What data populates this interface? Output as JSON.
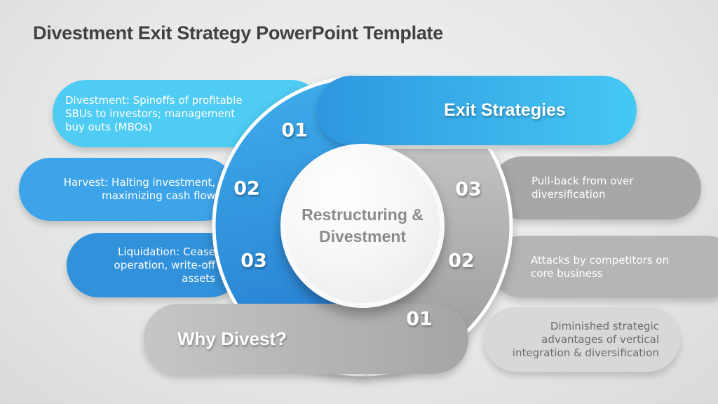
{
  "title": "Divestment Exit Strategy PowerPoint Template",
  "center_circle": {
    "lines": [
      "Restructuring &",
      "Divestment"
    ]
  },
  "exit_header": "Exit Strategies",
  "why_header": "Why Divest?",
  "strategies": [
    {
      "number": "01",
      "lines": [
        "Divestment: Spinoffs of profitable",
        "SBUs to investors; management",
        "buy outs (MBOs)"
      ]
    },
    {
      "number": "02",
      "lines": [
        "Harvest: Halting investment,",
        "maximizing cash flow"
      ]
    },
    {
      "number": "03",
      "lines": [
        "Liquidation: Cease",
        "operation, write-off",
        "assets"
      ]
    }
  ],
  "why_reasons": [
    {
      "number": "03",
      "lines": [
        "Pull-back from over",
        "diversification"
      ]
    },
    {
      "number": "02",
      "lines": [
        "Attacks by competitors on",
        "core business"
      ]
    },
    {
      "number": "01",
      "lines": [
        "Diminished strategic",
        "advantages of vertical",
        "integration & diversification"
      ]
    }
  ],
  "colors": {
    "title-color": "#414144",
    "bubble-cyan": "#4fccf3",
    "bubble-harvest": "#3ea4e9",
    "bubble-liquidation": "#3191da",
    "ring-blue-light": "#3dabe9",
    "ring-blue-dark": "#2b85d6",
    "banner-blue-left": "#2e97df",
    "banner-blue-right": "#45c8f4",
    "ring-gray-light": "#c1c1c1",
    "ring-gray-dark": "#999999",
    "bubble-gray-1": "#a7a7a7",
    "bubble-gray-2": "#b5b5b5",
    "bubble-gray-3": "#d8d8d8",
    "why-banner-left": "#c6c6c6",
    "why-banner-right": "#a5a5a5",
    "text-dark-gray": "#6b6b6b",
    "center-text": "#8b8b8b"
  }
}
